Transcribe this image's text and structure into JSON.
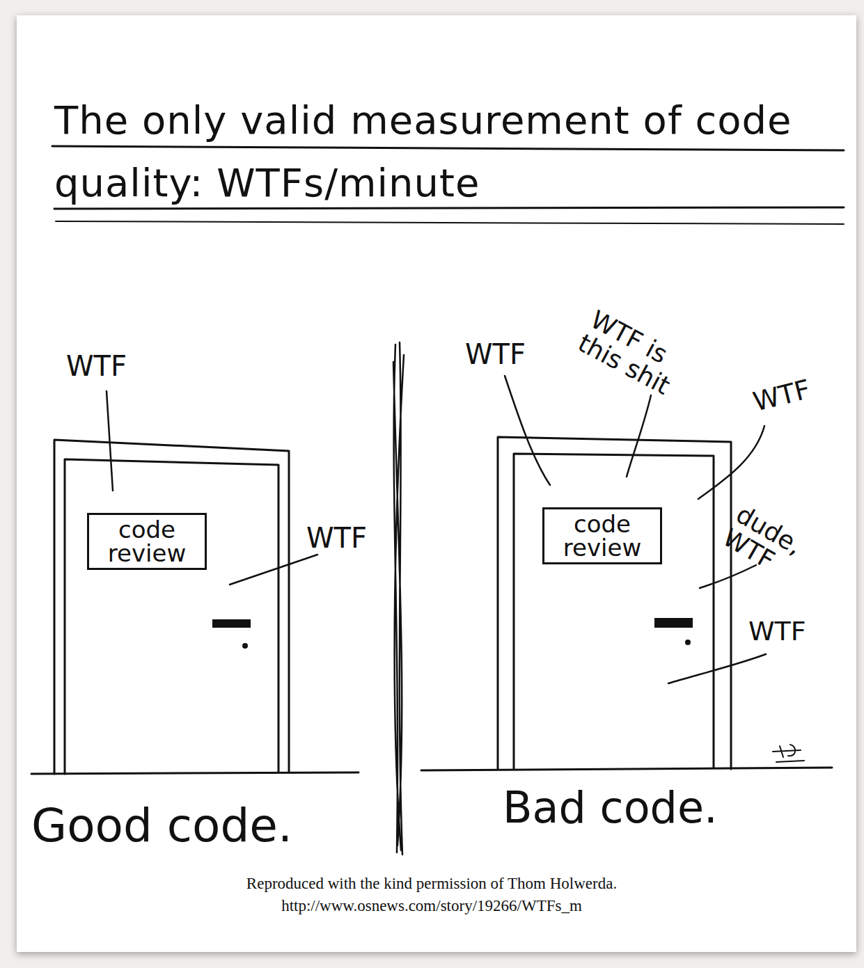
{
  "diagram": {
    "title": "The only valid measurement of code quality: WTFs/minute",
    "caption": "Reproduced with the kind permission of Thom Holwerda. http://www.osnews.com/story/19266/WTFs_m",
    "nodes": [
      {
        "text": [
          "code review"
        ]
      },
      {
        "text": [
          "code review"
        ]
      }
    ],
    "labels": [
      "WTF",
      "WTF",
      "WTF",
      "WTF is this shit",
      "WTF",
      "dude, WTF",
      "WTF",
      "Good code.",
      "Bad code."
    ]
  }
}
